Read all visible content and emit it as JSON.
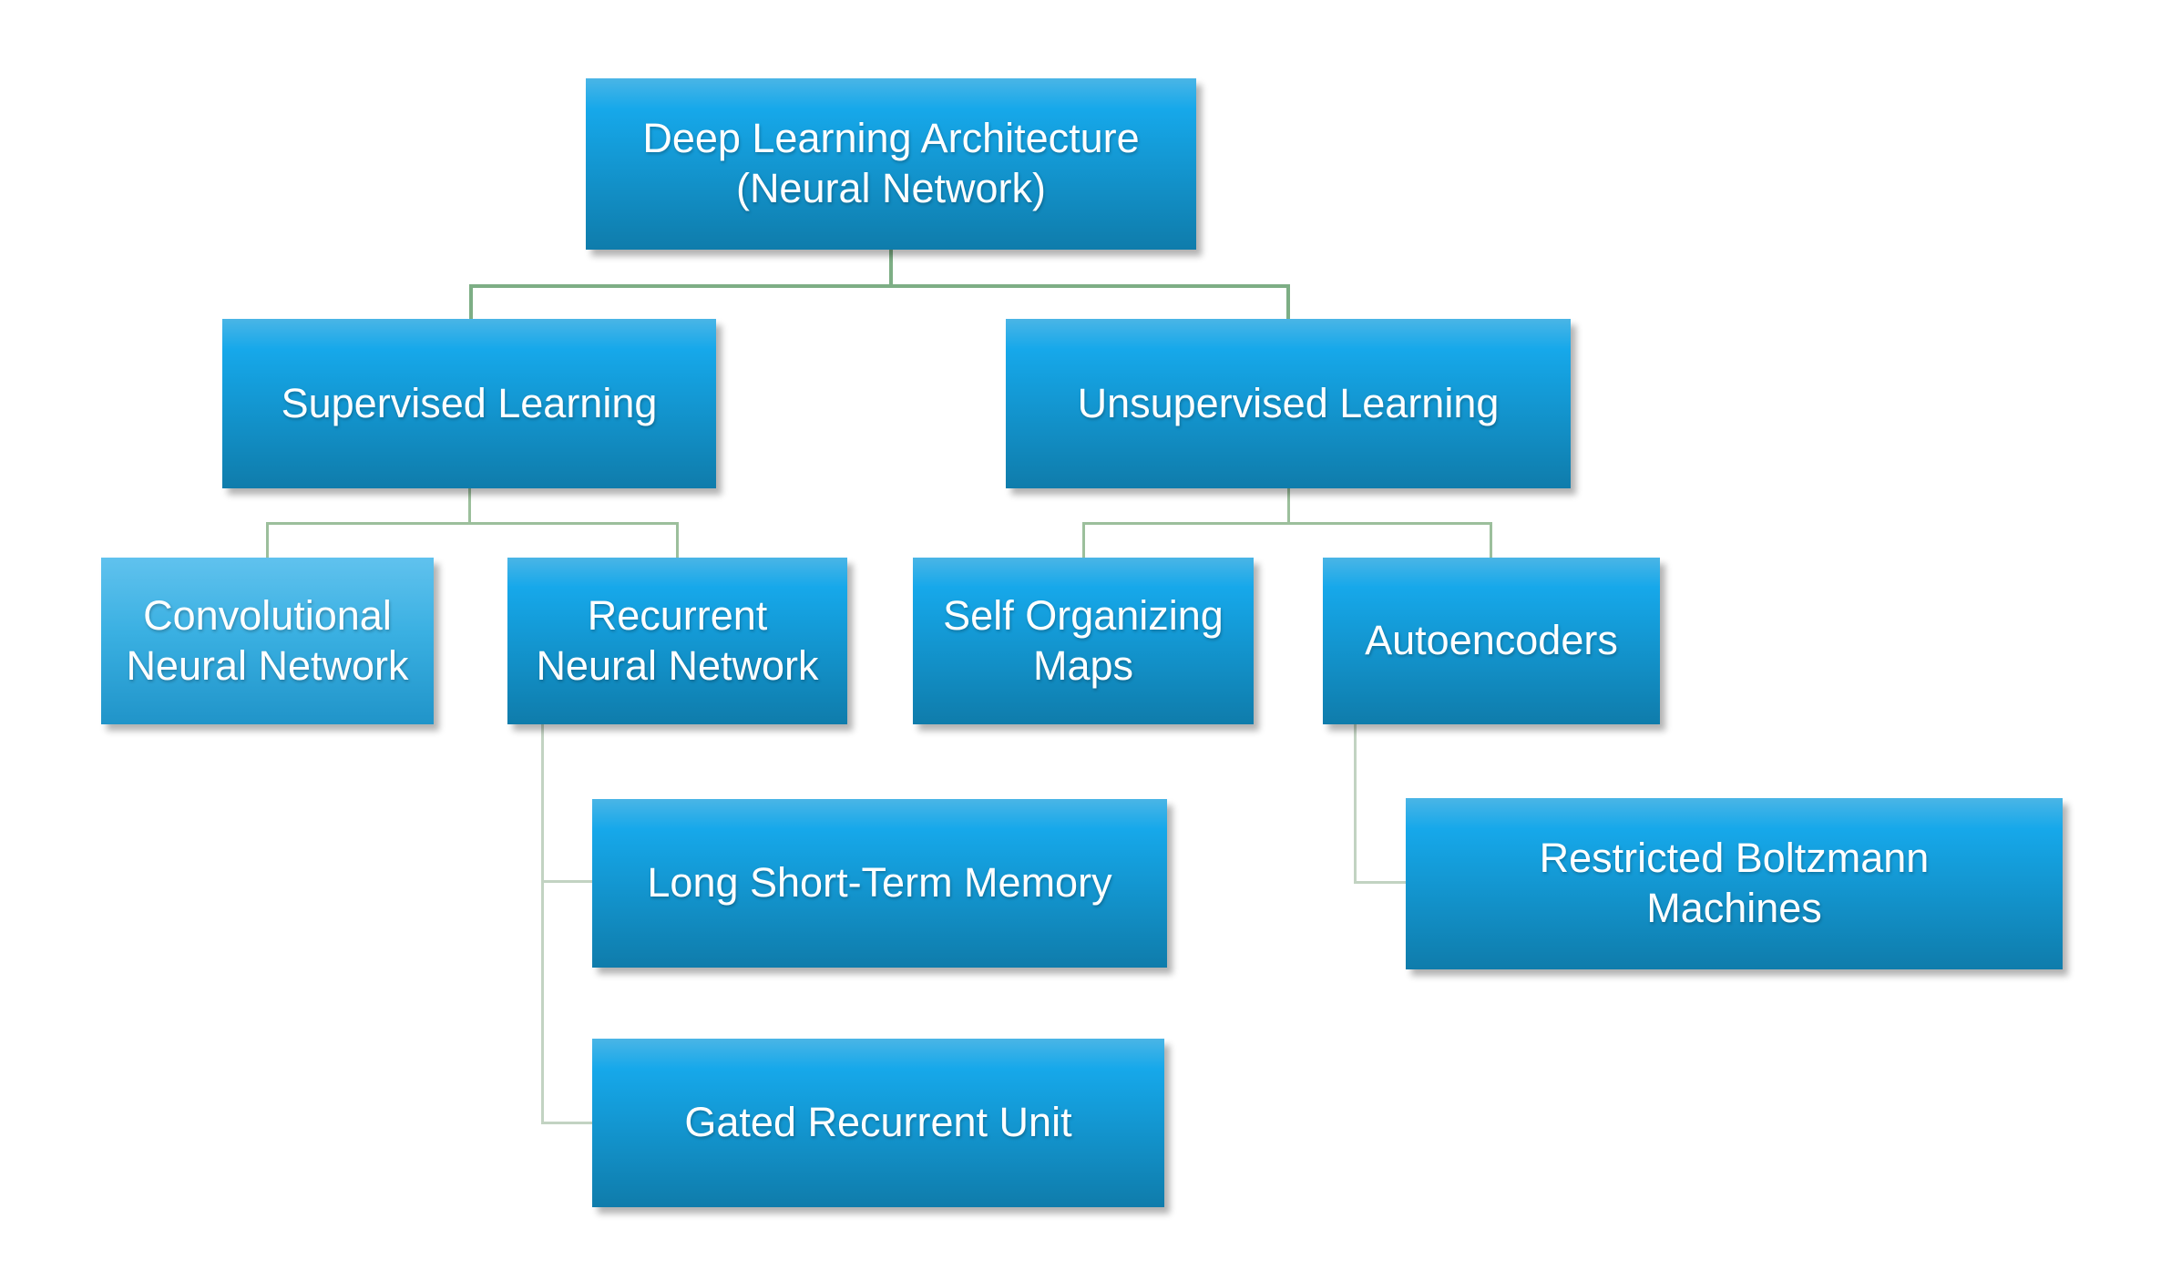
{
  "diagram": {
    "type": "hierarchy",
    "nodes": {
      "root": {
        "label": "Deep Learning Architecture\n(Neural Network)"
      },
      "supervised": {
        "label": "Supervised Learning"
      },
      "unsupervised": {
        "label": "Unsupervised Learning"
      },
      "cnn": {
        "label": "Convolutional\nNeural Network"
      },
      "rnn": {
        "label": "Recurrent\nNeural Network"
      },
      "som": {
        "label": "Self Organizing\nMaps"
      },
      "autoencoders": {
        "label": "Autoencoders"
      },
      "lstm": {
        "label": "Long Short-Term Memory"
      },
      "gru": {
        "label": "Gated Recurrent Unit"
      },
      "rbm": {
        "label": "Restricted Boltzmann\nMachines"
      }
    },
    "edges": [
      {
        "from": "root",
        "to": "supervised"
      },
      {
        "from": "root",
        "to": "unsupervised"
      },
      {
        "from": "supervised",
        "to": "cnn"
      },
      {
        "from": "supervised",
        "to": "rnn"
      },
      {
        "from": "unsupervised",
        "to": "som"
      },
      {
        "from": "unsupervised",
        "to": "autoencoders"
      },
      {
        "from": "rnn",
        "to": "lstm"
      },
      {
        "from": "rnn",
        "to": "gru"
      },
      {
        "from": "autoencoders",
        "to": "rbm"
      }
    ],
    "colors": {
      "box_gradient_top": "#4ab5e6",
      "box_gradient_mid": "#16a8ea",
      "box_gradient_bottom": "#0f7cab",
      "box_light_gradient_top": "#60c2ee",
      "box_light_gradient_bottom": "#2094c9",
      "connector_level1": "#7dae85",
      "connector_level2": "#9cbf9c",
      "connector_level3": "#c2d3c2",
      "text": "#ffffff",
      "background": "#ffffff"
    }
  }
}
